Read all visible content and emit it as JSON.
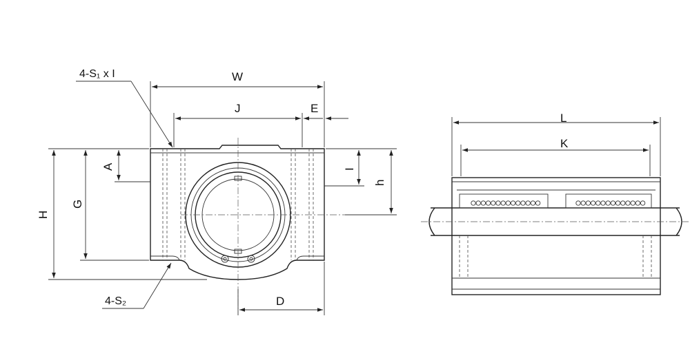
{
  "labels": {
    "W": "W",
    "J": "J",
    "E": "E",
    "A": "A",
    "G": "G",
    "H": "H",
    "I": "I",
    "h": "h",
    "D": "D",
    "L": "L",
    "K": "K",
    "S1_note": "4-S₁ x I",
    "S2_note": "4-S₂"
  },
  "colors": {
    "line": "#222222",
    "background": "#ffffff"
  }
}
